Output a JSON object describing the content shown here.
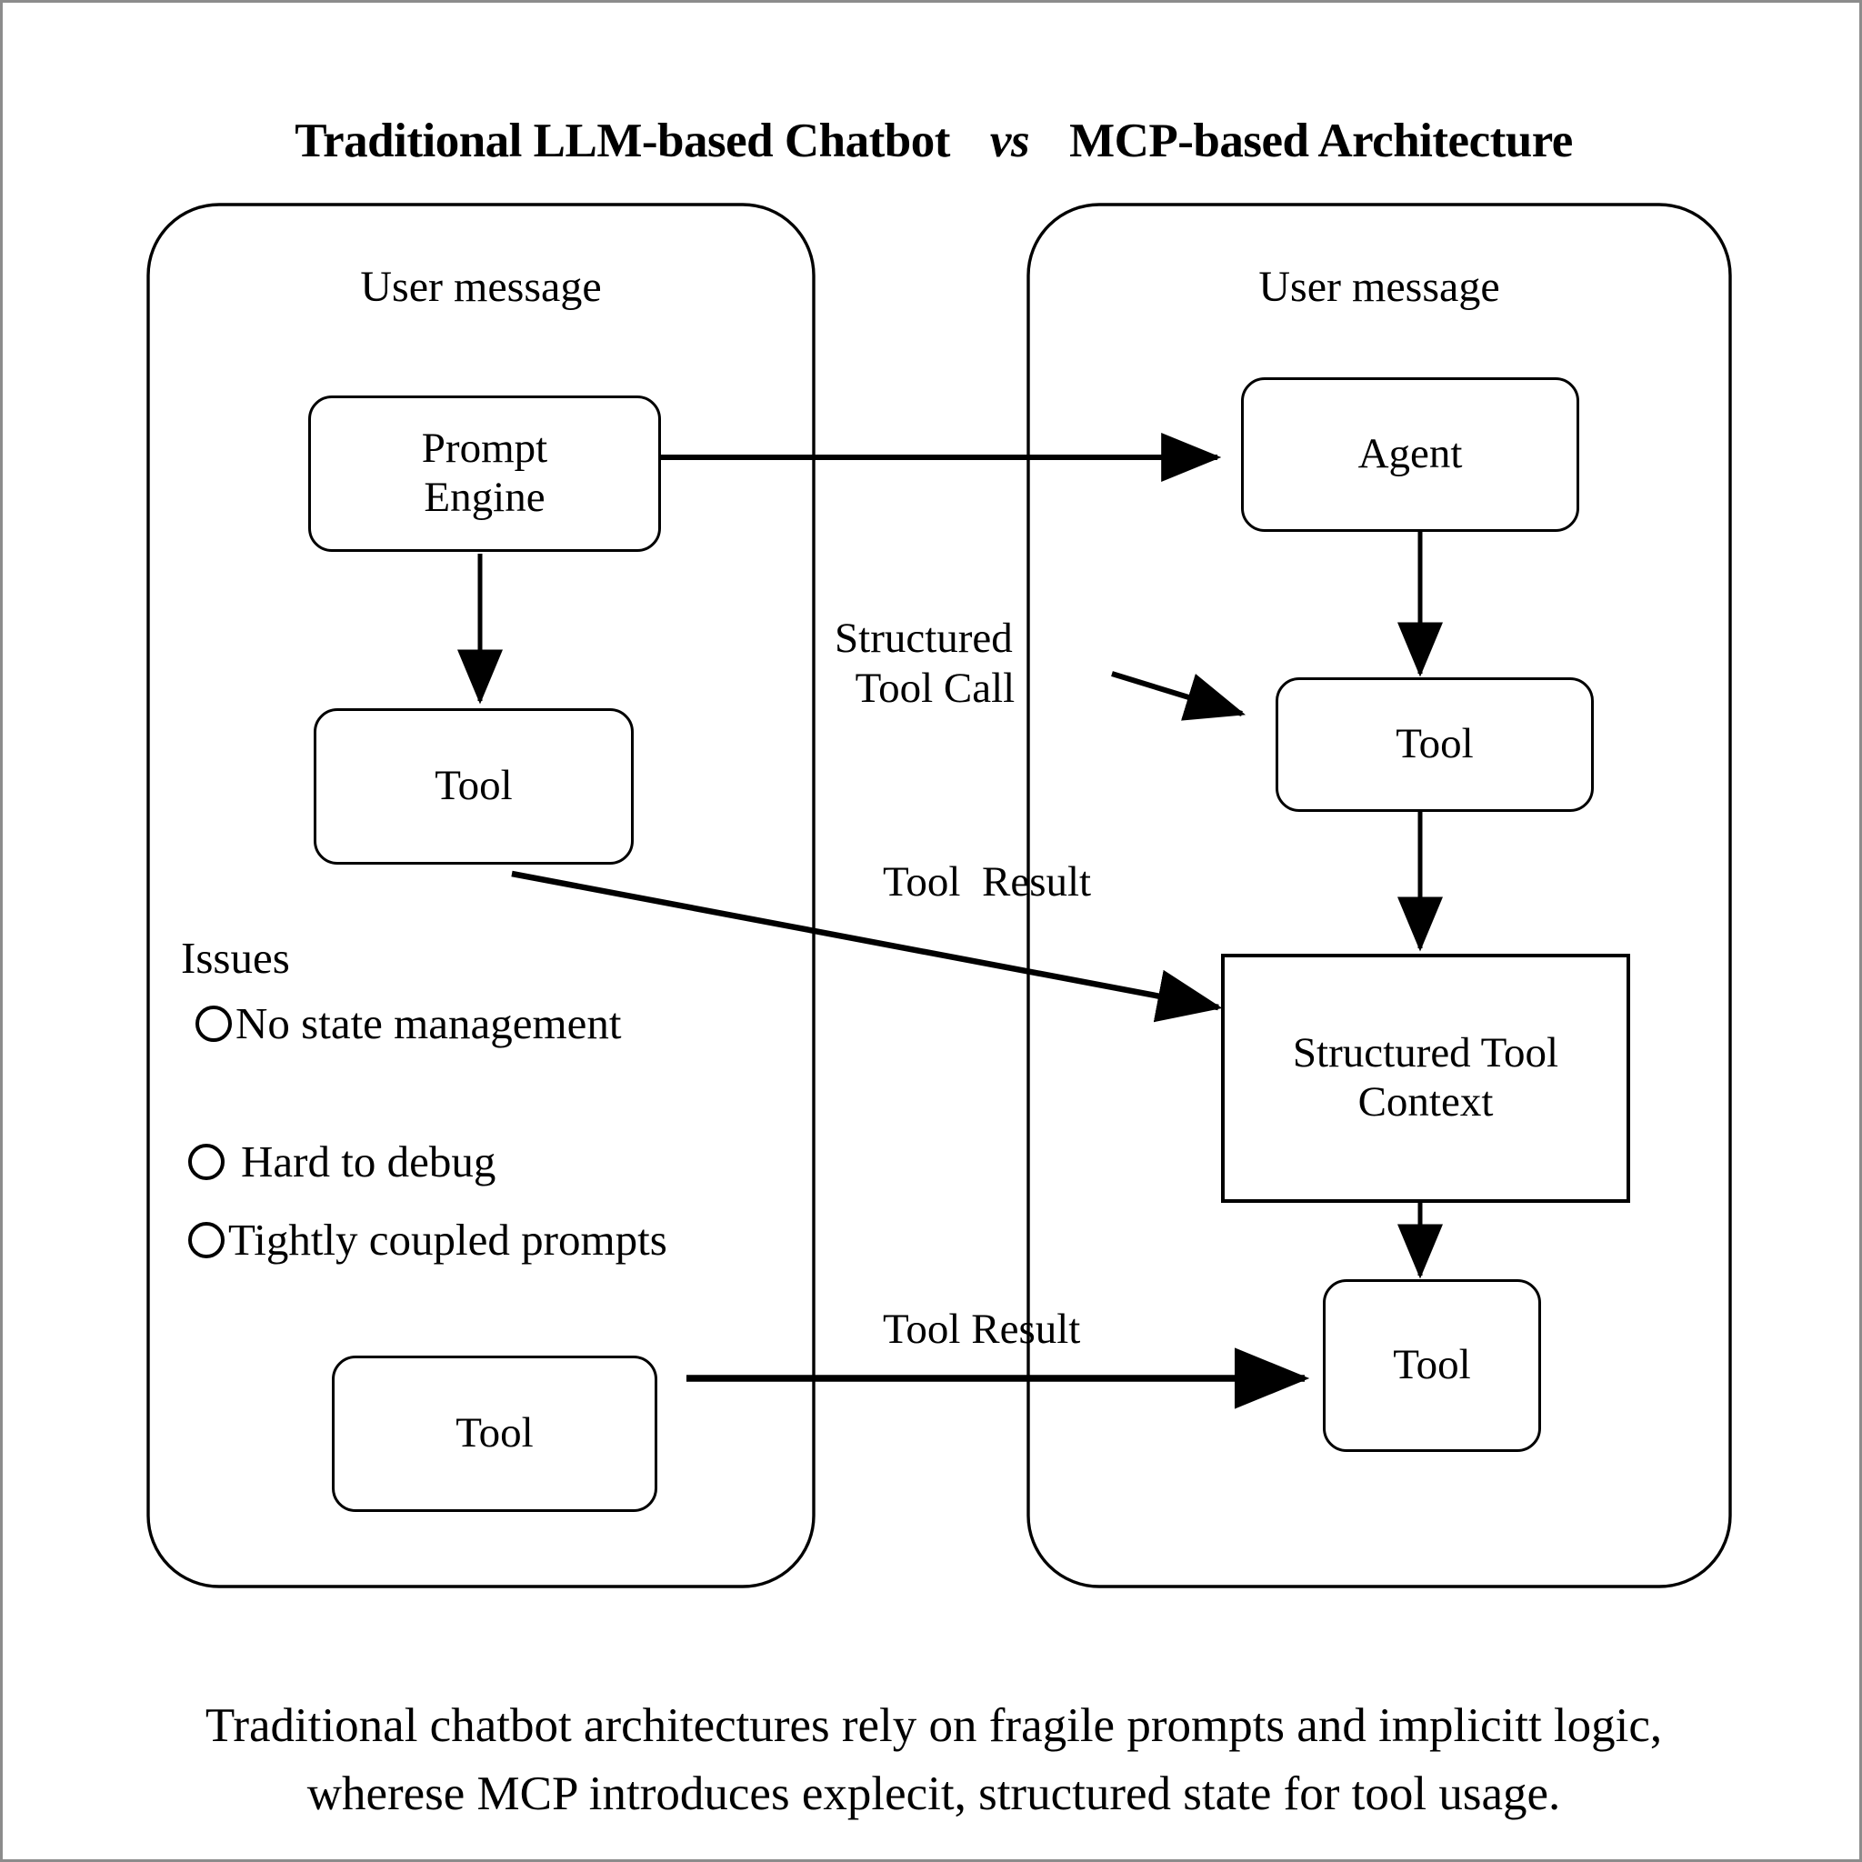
{
  "header": {
    "left_title": "Traditional LLM-based Chatbot",
    "vs": "vs",
    "right_title": "MCP-based Architecture"
  },
  "left_panel": {
    "name": "Traditional LLM-based Chatbot",
    "caption": "User message",
    "nodes": {
      "prompt_engine": "Prompt\nEngine",
      "tool_mid": "Tool",
      "tool_bottom": "Tool"
    },
    "issues": {
      "heading": "Issues",
      "items": [
        "No state management",
        "Hard to debug",
        "Tightly coupled prompts"
      ]
    }
  },
  "right_panel": {
    "name": "MCP-based Architecture",
    "caption": "User message",
    "nodes": {
      "agent": "Agent",
      "tool_upper": "Tool",
      "structured_tool_context": "Structured Tool\nContext",
      "tool_lower": "Tool"
    }
  },
  "edge_labels": {
    "structured_tool_call": "Structured\n  Tool Call",
    "tool_result_mid": "Tool  Result",
    "tool_result_bottom": "Tool Result"
  },
  "caption": {
    "line1": "Traditional chatbot architectures rely on fragile prompts and implicitt logic,",
    "line2": "wherese MCP introduces explecit, structured state for tool usage."
  },
  "colors": {
    "stroke": "#000000",
    "background": "#ffffff",
    "outer_border": "#8c8c8c"
  }
}
